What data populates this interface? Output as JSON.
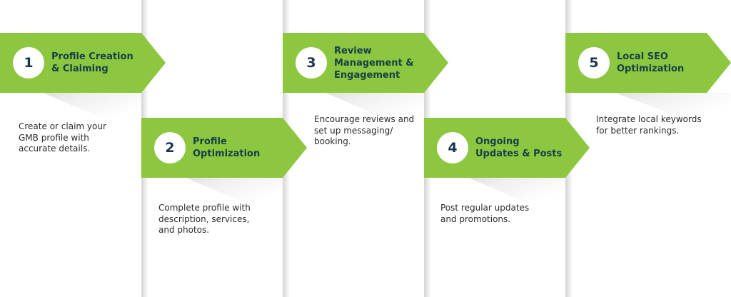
{
  "colors": {
    "banner_green": "#8dc63f",
    "banner_green_dark": "#7db532",
    "title_text": "#17404a",
    "badge_number": "#1b3550",
    "desc_text": "#2b2b2b",
    "background": "#ffffff"
  },
  "steps": [
    {
      "number": "1",
      "title": "Profile Creation & Claiming",
      "description": "Create or claim your GMB profile with accurate details."
    },
    {
      "number": "2",
      "title": "Profile Optimization",
      "description": "Complete profile with description, services, and photos."
    },
    {
      "number": "3",
      "title": "Review Management & Engagement",
      "description": "Encourage reviews and set up messaging/ booking."
    },
    {
      "number": "4",
      "title": "Ongoing Updates & Posts",
      "description": "Post regular updates and promotions."
    },
    {
      "number": "5",
      "title": "Local SEO Optimization",
      "description": "Integrate local keywords for better rankings."
    }
  ]
}
